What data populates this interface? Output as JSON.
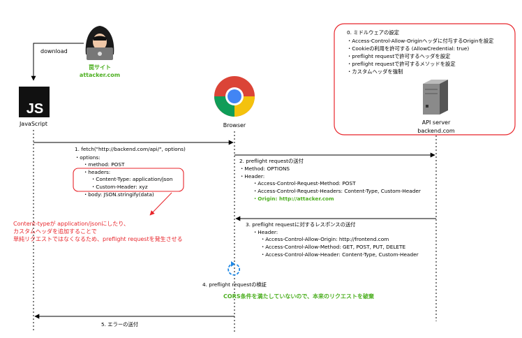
{
  "attacker": {
    "icon": "hacker-icon",
    "title": "罠サイト",
    "domain": "attacker.com",
    "download_label": "download"
  },
  "client": {
    "icon": "javascript-icon",
    "icon_text": "JS",
    "label": "JavaScript"
  },
  "browser": {
    "icon": "chrome-browser-icon",
    "label": "Browser"
  },
  "server": {
    "icon": "server-icon",
    "label": "API server",
    "domain": "backend.com",
    "settings_title": "0. ミドルウェアの設定",
    "settings": [
      "・Access-Control-Allow-Originヘッダに付与するOriginを設定",
      "・Cookieの利用を許可する (AllowCredential: true)",
      "・preflight requestで許可するヘッダを設定",
      "・preflight requestで許可するメソッドを設定",
      "・カスタムヘッダを強制"
    ]
  },
  "steps": {
    "fetch": {
      "title": "1. fetch(\"http://backend.com/api/\", options)",
      "lines": [
        "・options:",
        "・method: POST",
        "・headers:",
        "・Content-Type: application/json",
        "・Custom-Header: xyz",
        "・body: JSON.stringify(data)"
      ]
    },
    "preflight": {
      "title": "2. preflight requestの送付",
      "lines": [
        "・Method: OPTIONS",
        "・Header:",
        "・Access-Control-Request-Method: POST",
        "・Access-Control-Request-Headers: Content-Type, Custom-Header"
      ],
      "origin": "・Origin: http://attacker.com"
    },
    "response": {
      "title": "3. preflight requestに対するレスポンスの送付",
      "lines": [
        "・Header:",
        "・Access-Control-Allow-Origin: http://frontend.com",
        "・Access-Control-Allow-Method: GET, POST, PUT, DELETE",
        "・Access-Control-Allow-Header: Content-Type, Custom-Header"
      ]
    },
    "verify": {
      "icon": "refresh-icon",
      "title": "4. preflight requestの検証",
      "result": "CORS条件を満たしていないので、本来のリクエストを破棄"
    },
    "error": {
      "title": "5. エラーの送付"
    }
  },
  "note": {
    "lines": [
      "Content-typeが application/jsonにしたり、",
      "カスタムヘッダを追加することで",
      "単純リクエストではなくなるため、preflight requestを発生させる"
    ]
  },
  "colors": {
    "accent_red": "#e8252b",
    "accent_green": "#4caf20",
    "js_bg": "#111111",
    "chrome_red": "#db4437",
    "chrome_yellow": "#f4c20d",
    "chrome_green": "#0f9d58",
    "chrome_blue": "#4285f4",
    "refresh_blue": "#1e88e5"
  }
}
